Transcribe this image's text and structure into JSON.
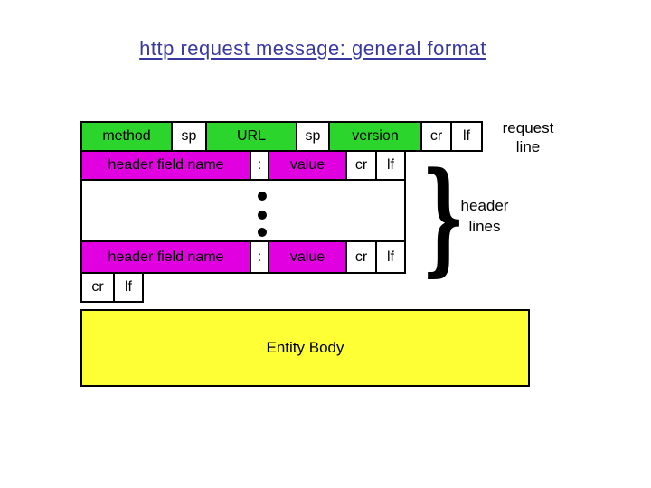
{
  "slide": {
    "title": "http request message: general format"
  },
  "colors": {
    "green": "#2bd52b",
    "magenta": "#e000e0",
    "yellow": "#ffff35",
    "title_text": "#39399f",
    "border": "#000000",
    "background": "#ffffff"
  },
  "diagram": {
    "request_line_row": {
      "cells": [
        {
          "label": "method"
        },
        {
          "label": "sp"
        },
        {
          "label": "URL"
        },
        {
          "label": "sp"
        },
        {
          "label": "version"
        },
        {
          "label": "cr"
        },
        {
          "label": "lf"
        }
      ]
    },
    "request_line_label": {
      "line1": "request",
      "line2": "line"
    },
    "header_row_top": {
      "cells": [
        {
          "label": "header field name"
        },
        {
          "label": ":"
        },
        {
          "label": "value"
        },
        {
          "label": "cr"
        },
        {
          "label": "lf"
        }
      ]
    },
    "header_row_bottom": {
      "cells": [
        {
          "label": "header field name"
        },
        {
          "label": ":"
        },
        {
          "label": "value"
        },
        {
          "label": "cr"
        },
        {
          "label": "lf"
        }
      ]
    },
    "crlf_row": {
      "cells": [
        {
          "label": "cr"
        },
        {
          "label": "lf"
        }
      ]
    },
    "entity_body_label": "Entity Body",
    "brace_glyph": "}",
    "header_lines_label": {
      "line1": "header",
      "line2": "lines"
    }
  }
}
